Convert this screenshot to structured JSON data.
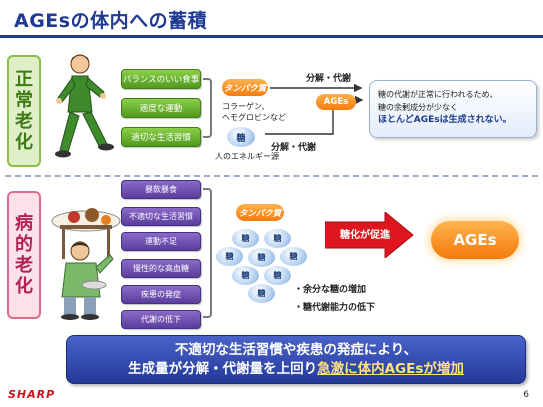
{
  "title": "AGEsの体内への蓄積",
  "normal_section": {
    "label_chars": [
      "正",
      "常",
      "老",
      "化"
    ],
    "habits": [
      "バランスのいい食事",
      "適度な運動",
      "適切な生活習慣"
    ],
    "protein_label": "タンパク質",
    "protein_examples": [
      "コラーゲン、",
      "ヘモグロビンなど"
    ],
    "sugar_label": "糖",
    "sugar_note": "人のエネルギー源",
    "reaction_top": "分解・代謝",
    "reaction_bottom": "分解・代謝",
    "ages_small": "AGEs",
    "info_lines": [
      "糖の代謝が正常に行われるため、",
      "糖の余剰成分が少なく"
    ],
    "info_strong": "ほとんどAGEsは生成されない。"
  },
  "disease_section": {
    "label_chars": [
      "病",
      "的",
      "老",
      "化"
    ],
    "causes": [
      "暴飲暴食",
      "不適切な生活習慣",
      "運動不足",
      "慢性的な高血糖",
      "疾患の発症",
      "代謝の低下"
    ],
    "protein_label": "タンパク質",
    "sugar_char": "糖",
    "bullets": [
      "・余分な糖の増加",
      "・糖代謝能力の低下"
    ],
    "arrow_label": "糖化が促進",
    "ages_big": "AGEs"
  },
  "banner": {
    "line1": "不適切な生活習慣や疾患の発症により、",
    "line2_a": "生成量が分解・代謝量を上回り",
    "line2_b": "急激に体内AGEsが増加"
  },
  "footer": {
    "logo": "SHARP",
    "page": "6"
  },
  "colors": {
    "title": "#1f3a93",
    "green": "#4f9a1e",
    "purple": "#5b3d9c",
    "orange": "#f47b10",
    "red": "#e0161e",
    "banner": "#233a9a"
  }
}
